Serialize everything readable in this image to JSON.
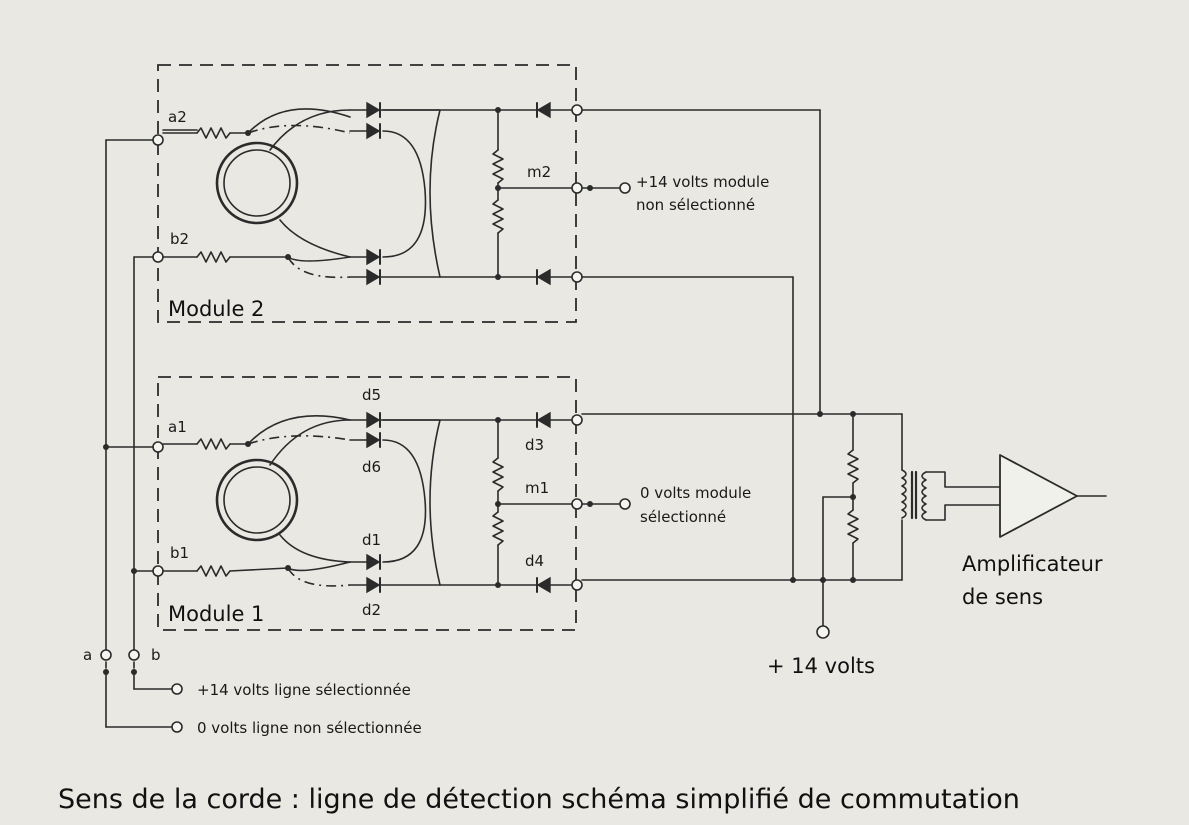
{
  "modules": {
    "module2": {
      "name": "Module 2",
      "a": "a2",
      "b": "b2",
      "m": "m2",
      "m_label_line1": "+14 volts module",
      "m_label_line2": "non sélectionné"
    },
    "module1": {
      "name": "Module 1",
      "a": "a1",
      "b": "b1",
      "m": "m1",
      "m_label_line1": "0 volts module",
      "m_label_line2": "sélectionné",
      "diodes": {
        "d5": "d5",
        "d6": "d6",
        "d3": "d3",
        "d1": "d1",
        "d4": "d4",
        "d2": "d2"
      }
    }
  },
  "lines": {
    "a": "a",
    "b": "b",
    "selected": "+14 volts ligne sélectionnée",
    "unselected": "0 volts ligne non sélectionnée"
  },
  "supply": "+ 14 volts",
  "amplifier": {
    "line1": "Amplificateur",
    "line2": "de sens"
  },
  "caption": "Sens de la corde : ligne de détection schéma simplifié de commutation"
}
